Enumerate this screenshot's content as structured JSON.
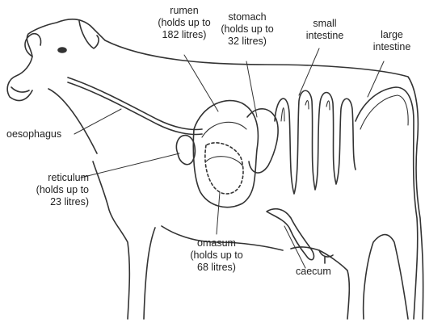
{
  "labels": {
    "rumen": [
      "rumen",
      "(holds up to",
      "182 litres)"
    ],
    "stomach": [
      "stomach",
      "(holds up to",
      "32 litres)"
    ],
    "small_intestine": [
      "small",
      "intestine"
    ],
    "large_intestine": [
      "large",
      "intestine"
    ],
    "oesophagus": [
      "oesophagus"
    ],
    "reticulum": [
      "reticulum",
      "(holds up to",
      "23 litres)"
    ],
    "omasum": [
      "omasum",
      "(holds up to",
      "68 litres)"
    ],
    "caecum": [
      "caecum"
    ]
  },
  "colors": {
    "outline": "#333333",
    "text": "#222222",
    "background": "#ffffff"
  }
}
